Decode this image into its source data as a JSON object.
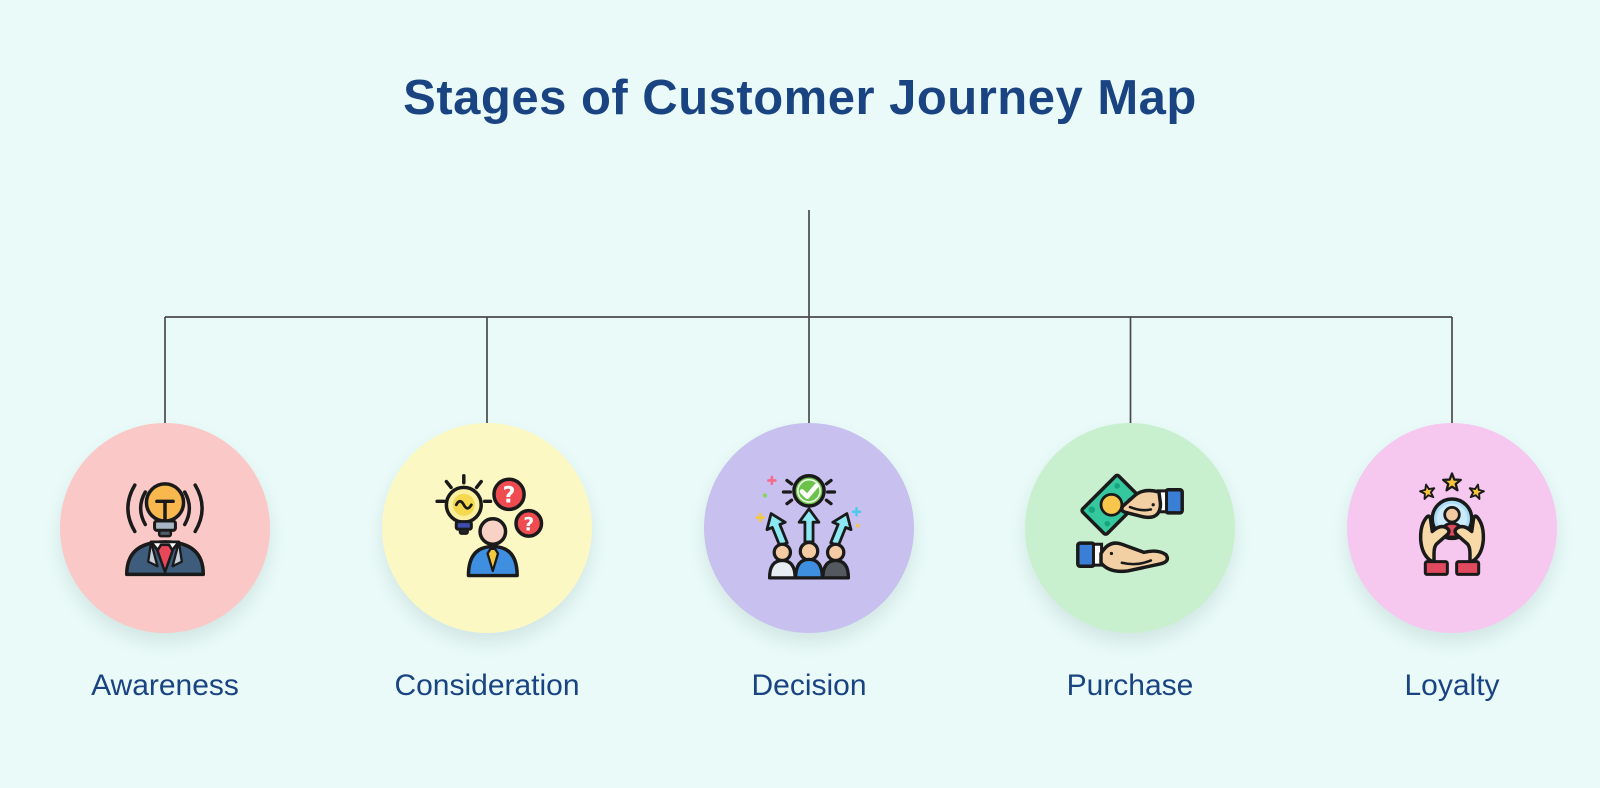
{
  "title": "Stages of Customer Journey Map",
  "colors": {
    "bg": "#e9faf8",
    "ink": "#1a4382",
    "line": "#4a4a4a"
  },
  "stages": [
    {
      "label": "Awareness",
      "circle_color": "#fac8c6",
      "icon": "awareness-lightbulb-person-icon"
    },
    {
      "label": "Consideration",
      "circle_color": "#fcf8c4",
      "icon": "consideration-bulb-questions-icon"
    },
    {
      "label": "Decision",
      "circle_color": "#c8c0ef",
      "icon": "decision-people-arrows-check-icon"
    },
    {
      "label": "Purchase",
      "circle_color": "#c9f0ce",
      "icon": "purchase-hand-giving-money-icon"
    },
    {
      "label": "Loyalty",
      "circle_color": "#f6c8f0",
      "icon": "loyalty-hands-holding-customer-stars-icon"
    }
  ]
}
